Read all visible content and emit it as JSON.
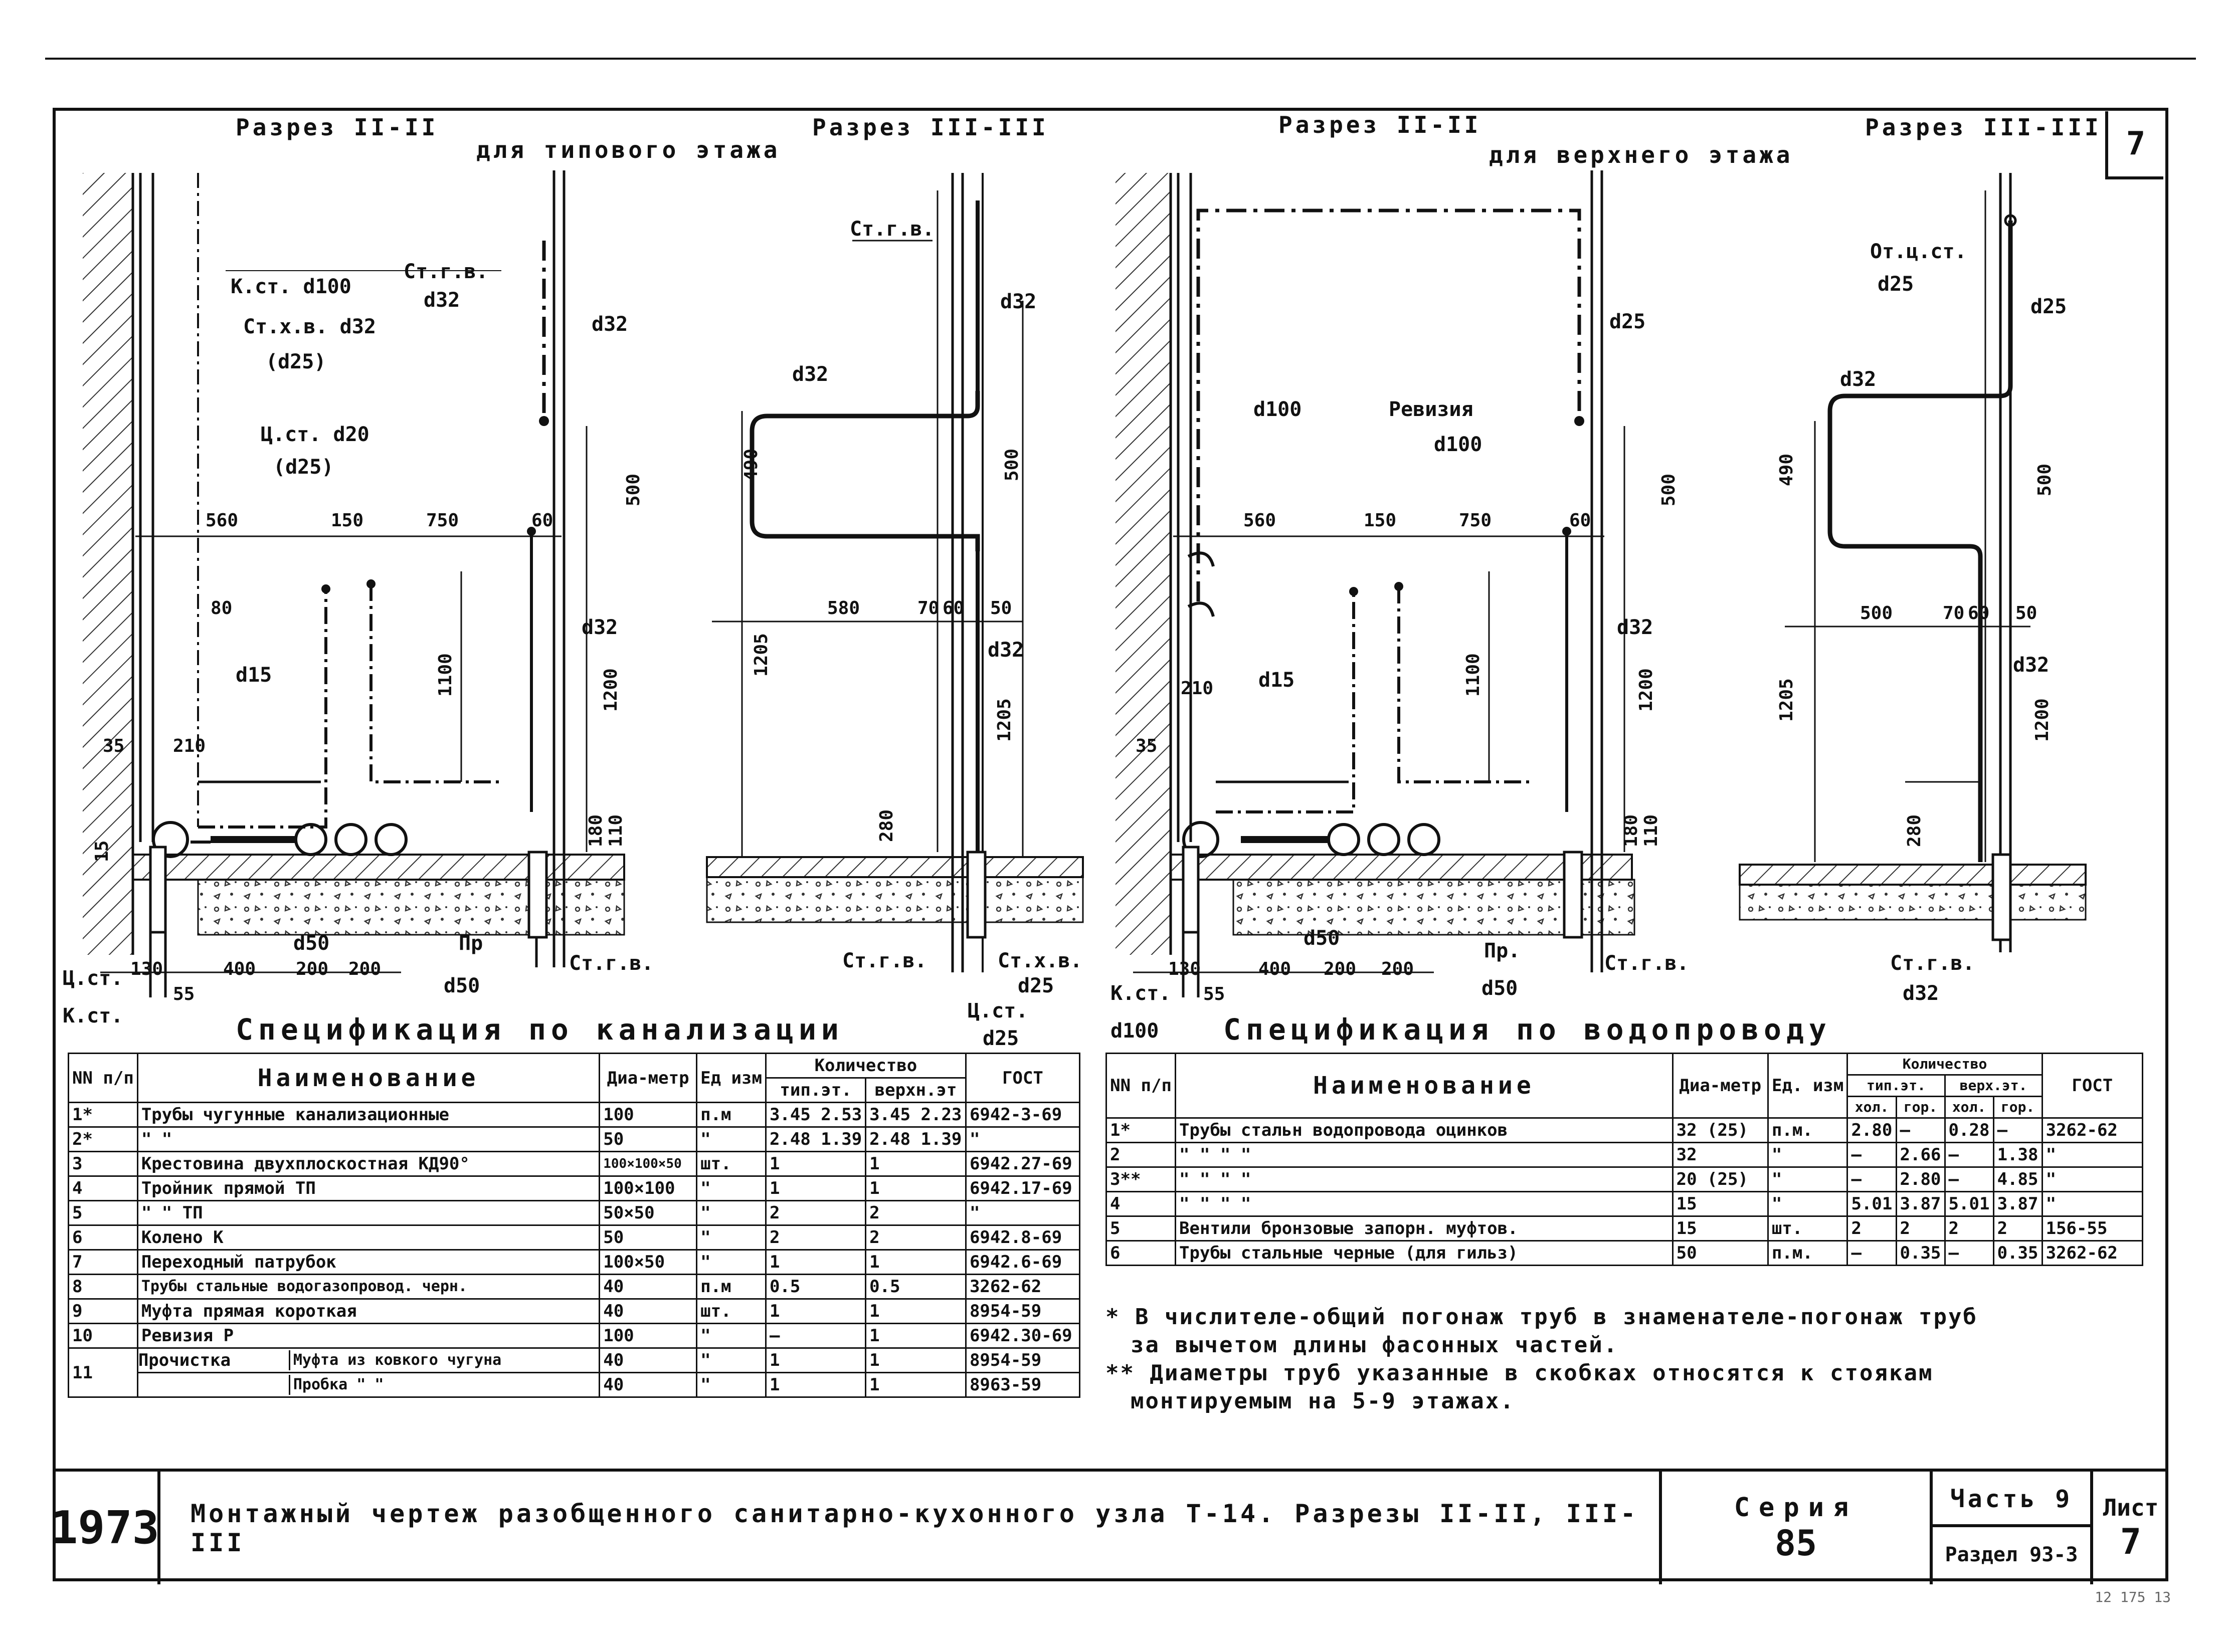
{
  "sheet": {
    "page_number": "7",
    "stamp": "12 175 13"
  },
  "captions": {
    "razrez_2_typ": "Разрез II-II",
    "razrez_3_typ": "Разрез III-III",
    "typ_floor": "для типового этажа",
    "razrez_2_top": "Разрез II-II",
    "razrez_3_top": "Разрез III-III",
    "top_floor": "для верхнего этажа"
  },
  "labels_s1": {
    "k_st_d100": "К.ст. d100",
    "st_g_v": "Ст.г.в.",
    "st_g_v_d": "d32",
    "st_h_v": "Ст.х.в. d32",
    "st_h_v_alt": "(d25)",
    "c_st": "Ц.ст. d20",
    "c_st_alt": "(d25)",
    "d32a": "d32",
    "d32b": "d32",
    "d15": "d15",
    "pr": "Пр",
    "d50_bottom": "d50",
    "d50": "d50",
    "st_g_v_bottom": "Ст.г.в.",
    "c_st_bottom": "Ц.ст.",
    "k_st_bottom": "К.ст.",
    "dims": [
      "560",
      "150",
      "750",
      "60",
      "80",
      "500",
      "1100",
      "1200",
      "180",
      "110",
      "35",
      "210",
      "130",
      "55",
      "400",
      "200",
      "200",
      "15"
    ]
  },
  "labels_s2": {
    "st_g_v": "Ст.г.в.",
    "d32a": "d32",
    "d32b": "d32",
    "d32c": "d32",
    "st_g_v_bottom": "Ст.г.в.",
    "st_h_v_bottom": "Ст.х.в.",
    "d25": "d25",
    "c_st": "Ц.ст.",
    "d25b": "d25",
    "dims": [
      "490",
      "500",
      "580",
      "70",
      "60",
      "50",
      "1205",
      "1205",
      "280"
    ]
  },
  "labels_s3": {
    "d25": "d25",
    "d100": "d100",
    "reviziya": "Ревизия",
    "reviziya_d": "d100",
    "d32": "d32",
    "d15": "d15",
    "pr": "Пр.",
    "d50": "d50",
    "d50b": "d50",
    "st_g_v_bottom": "Ст.г.в.",
    "k_st": "К.ст.",
    "d100b": "d100",
    "dims": [
      "560",
      "150",
      "750",
      "60",
      "500",
      "1100",
      "1200",
      "180",
      "110",
      "35",
      "210",
      "130",
      "55",
      "400",
      "200",
      "200"
    ]
  },
  "labels_s4": {
    "ot_c_st": "От.ц.ст.",
    "ot_c_st_d": "d25",
    "d25": "d25",
    "d32a": "d32",
    "d32b": "d32",
    "st_g_v_bottom": "Ст.г.в.",
    "st_d32": "d32",
    "dims": [
      "490",
      "500",
      "500",
      "70",
      "60",
      "50",
      "1205",
      "1200",
      "280"
    ]
  },
  "spec_kanal": {
    "title": "Спецификация по канализации",
    "headers": {
      "nn": "NN п/п",
      "name": "Наименование",
      "diam": "Диа-метр",
      "unit": "Ед изм",
      "qty": "Количество",
      "qty_typ": "тип.эт.",
      "qty_top": "верхн.эт",
      "gost": "ГОСТ"
    },
    "rows": [
      [
        "1*",
        "Трубы чугунные канализационные",
        "100",
        "п.м",
        "3.45 2.53",
        "3.45 2.23",
        "6942-3-69"
      ],
      [
        "2*",
        "\"              \"",
        "50",
        "\"",
        "2.48 1.39",
        "2.48 1.39",
        "\""
      ],
      [
        "3",
        "Крестовина двухплоскостная КД90°",
        "100×100×50",
        "шт.",
        "1",
        "1",
        "6942.27-69"
      ],
      [
        "4",
        "Тройник прямой ТП",
        "100×100",
        "\"",
        "1",
        "1",
        "6942.17-69"
      ],
      [
        "5",
        "\"        \"    ТП",
        "50×50",
        "\"",
        "2",
        "2",
        "\""
      ],
      [
        "6",
        "Колено К",
        "50",
        "\"",
        "2",
        "2",
        "6942.8-69"
      ],
      [
        "7",
        "Переходный патрубок",
        "100×50",
        "\"",
        "1",
        "1",
        "6942.6-69"
      ],
      [
        "8",
        "Трубы стальные водогазопровод. черн.",
        "40",
        "п.м",
        "0.5",
        "0.5",
        "3262-62"
      ],
      [
        "9",
        "Муфта прямая короткая",
        "40",
        "шт.",
        "1",
        "1",
        "8954-59"
      ],
      [
        "10",
        "Ревизия Р",
        "100",
        "\"",
        "—",
        "1",
        "6942.30-69"
      ]
    ],
    "row11": {
      "num": "11",
      "name": "Прочистка",
      "sub1": "Муфта из ковкого чугуна",
      "sub2": "Пробка \"    \"",
      "d1": "40",
      "d2": "40",
      "u1": "\"",
      "u2": "\"",
      "t1": "1",
      "t2": "1",
      "v1": "1",
      "v2": "1",
      "g1": "8954-59",
      "g2": "8963-59"
    }
  },
  "spec_vodo": {
    "title": "Спецификация по водопроводу",
    "headers": {
      "nn": "NN п/п",
      "name": "Наименование",
      "diam": "Диа-метр",
      "unit": "Ед. изм",
      "qty": "Количество",
      "typ": "тип.эт.",
      "top": "верх.эт.",
      "hol": "хол.",
      "gor": "гор.",
      "gost": "ГОСТ"
    },
    "rows": [
      [
        "1*",
        "Трубы стальн водопровода оцинков",
        "32 (25)",
        "п.м.",
        "2.80",
        "—",
        "0.28",
        "—",
        "3262-62"
      ],
      [
        "2",
        "\"        \"        \"        \"",
        "32",
        "\"",
        "—",
        "2.66",
        "—",
        "1.38",
        "\""
      ],
      [
        "3**",
        "\"        \"        \"        \"",
        "20 (25)",
        "\"",
        "—",
        "2.80",
        "—",
        "4.85",
        "\""
      ],
      [
        "4",
        "\"        \"        \"        \"",
        "15",
        "\"",
        "5.01",
        "3.87",
        "5.01",
        "3.87",
        "\""
      ],
      [
        "5",
        "Вентили бронзовые запорн. муфтов.",
        "15",
        "шт.",
        "2",
        "2",
        "2",
        "2",
        "156-55"
      ],
      [
        "6",
        "Трубы стальные черные (для гильз)",
        "50",
        "п.м.",
        "—",
        "0.35",
        "—",
        "0.35",
        "3262-62"
      ]
    ]
  },
  "notes": {
    "n1_a": "* В числителе-общий погонаж труб в знаменателе-погонаж труб",
    "n1_b": "за вычетом длины фасонных частей.",
    "n2_a": "** Диаметры труб указанные в скобках относятся к стоякам",
    "n2_b": "монтируемым на 5-9 этажах."
  },
  "title_block": {
    "year": "1973",
    "title": "Монтажный чертеж разобщенного санитарно-кухонного узла Т-14. Разрезы II-II, III-III",
    "series_label": "Серия",
    "series_value": "85",
    "part": "Часть 9",
    "section": "Раздел 93-3",
    "sheet_label": "Лист",
    "sheet_value": "7"
  },
  "colors": {
    "ink": "#111111",
    "hatch": "#333333",
    "paper": "#ffffff"
  }
}
